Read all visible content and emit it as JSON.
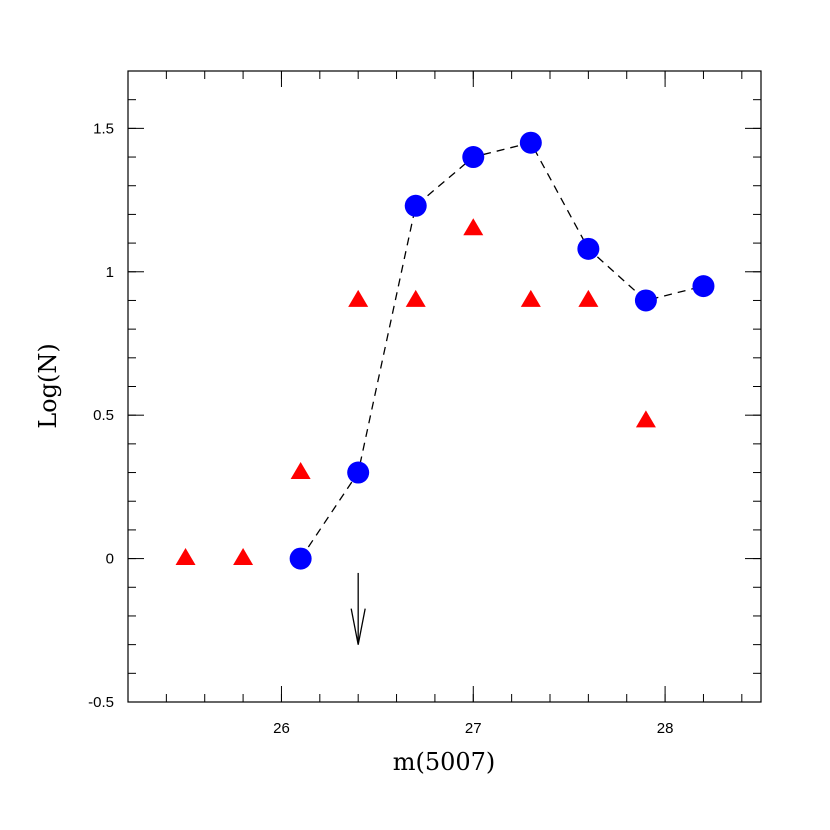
{
  "chart_data": {
    "type": "scatter",
    "title": "",
    "xlabel": "m(5007)",
    "ylabel": "Log(N)",
    "xlim": [
      25.2,
      28.5
    ],
    "ylim": [
      -0.5,
      1.7
    ],
    "x_ticks": [
      26,
      27,
      28
    ],
    "x_tick_labels": [
      "26",
      "27",
      "28"
    ],
    "y_ticks": [
      -0.5,
      0,
      0.5,
      1,
      1.5
    ],
    "y_tick_labels": [
      "-0.5",
      "0",
      "0.5",
      "1",
      "1.5"
    ],
    "grid": false,
    "legend": "none",
    "series": [
      {
        "marker": "circle",
        "color": "#0000ff",
        "line": "dashed",
        "x": [
          26.1,
          26.4,
          26.7,
          27.0,
          27.3,
          27.6,
          27.9,
          28.2
        ],
        "y": [
          0.0,
          0.3,
          1.23,
          1.4,
          1.45,
          1.08,
          0.9,
          0.95
        ]
      },
      {
        "marker": "triangle",
        "color": "#ff0000",
        "line": "none",
        "x": [
          25.5,
          25.8,
          26.1,
          26.4,
          26.7,
          27.0,
          27.3,
          27.6,
          27.9
        ],
        "y": [
          0.0,
          0.0,
          0.3,
          0.9,
          0.9,
          1.15,
          0.9,
          0.9,
          0.48
        ]
      }
    ],
    "annotations": [
      {
        "type": "arrow",
        "direction": "down",
        "x": 26.4,
        "y_from": -0.05,
        "y_to": -0.3
      }
    ]
  }
}
